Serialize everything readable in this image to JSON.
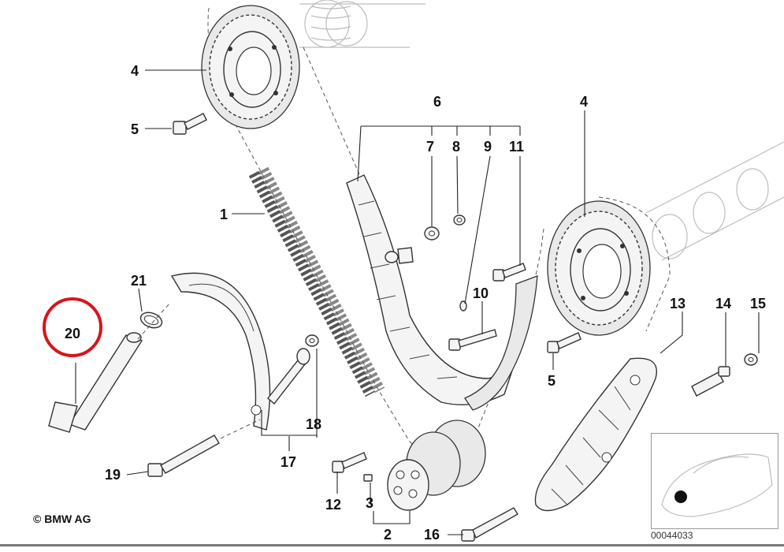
{
  "diagram": {
    "labels": {
      "p1": "1",
      "p2": "2",
      "p3": "3",
      "p4_left": "4",
      "p4_right": "4",
      "p5_left": "5",
      "p5_right": "5",
      "p6": "6",
      "p7": "7",
      "p8": "8",
      "p9": "9",
      "p10": "10",
      "p11": "11",
      "p12": "12",
      "p13": "13",
      "p14": "14",
      "p15": "15",
      "p16": "16",
      "p17": "17",
      "p18": "18",
      "p19": "19",
      "p20": "20",
      "p21": "21"
    },
    "highlight_color": "#d8141b",
    "copyright": "© BMW AG",
    "drawing_code": "00044033"
  }
}
